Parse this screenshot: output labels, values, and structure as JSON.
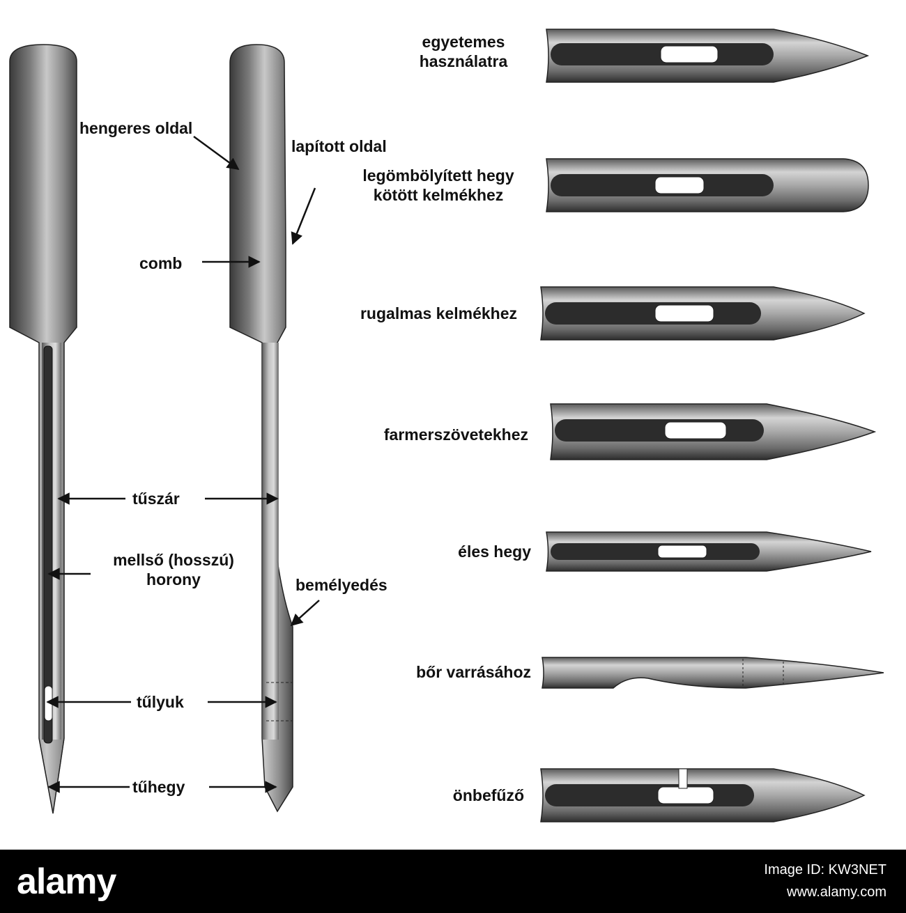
{
  "labels": {
    "hengeres_oldal": "hengeres oldal",
    "lapitott_oldal": "lapított oldal",
    "comb": "comb",
    "tuszar": "tűszár",
    "mellso_1": "mellső (hosszú)",
    "mellso_2": "horony",
    "bemelyedes": "bemélyedés",
    "tulyuk": "tűlyuk",
    "tuhegy": "tűhegy"
  },
  "needle_types": [
    {
      "line1": "egyetemes",
      "line2": "használatra"
    },
    {
      "line1": "legömbölyített hegy",
      "line2": "kötött kelmékhez"
    },
    {
      "line1": "rugalmas kelmékhez"
    },
    {
      "line1": "farmerszövetekhez"
    },
    {
      "line1": "éles hegy"
    },
    {
      "line1": "bőr varrásához"
    },
    {
      "line1": "önbefűző"
    }
  ],
  "watermark": {
    "brand": "alamy",
    "image_id": "Image ID: KW3NET",
    "site": "www.alamy.com"
  },
  "colors": {
    "metal_dark": "#4a4a4a",
    "metal_light": "#d8d8d8",
    "text": "#111111",
    "footer": "#000000"
  }
}
